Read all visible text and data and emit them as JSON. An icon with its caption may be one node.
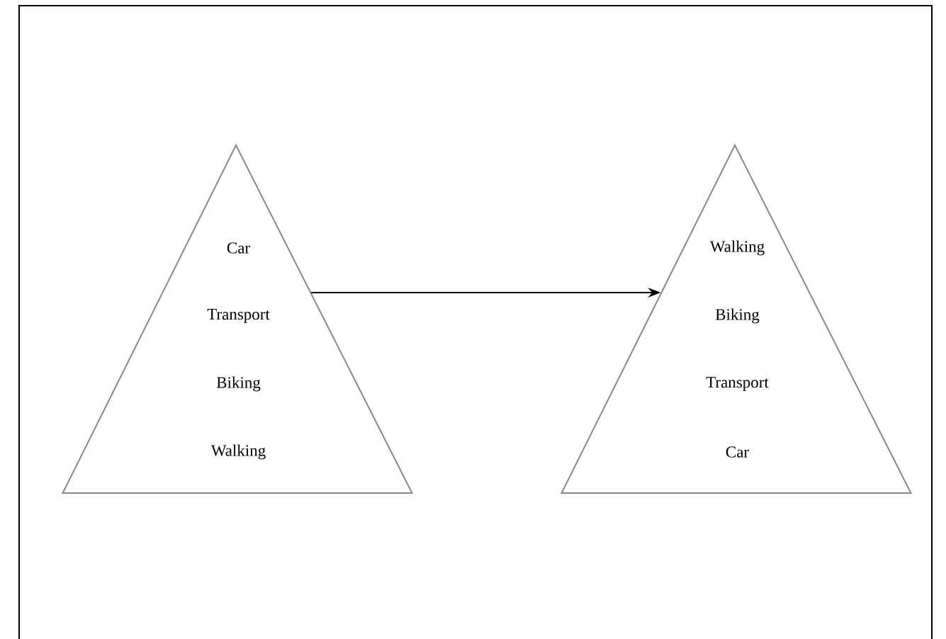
{
  "diagram": {
    "nodes": [
      {
        "text": [
          "Car",
          "Transport",
          "Biking",
          "Walking"
        ]
      },
      {
        "text": [
          "Walking",
          "Biking",
          "Transport",
          "Car"
        ]
      }
    ],
    "edges": [
      {
        "from": 0,
        "to": 1,
        "arrow": "to"
      }
    ]
  }
}
